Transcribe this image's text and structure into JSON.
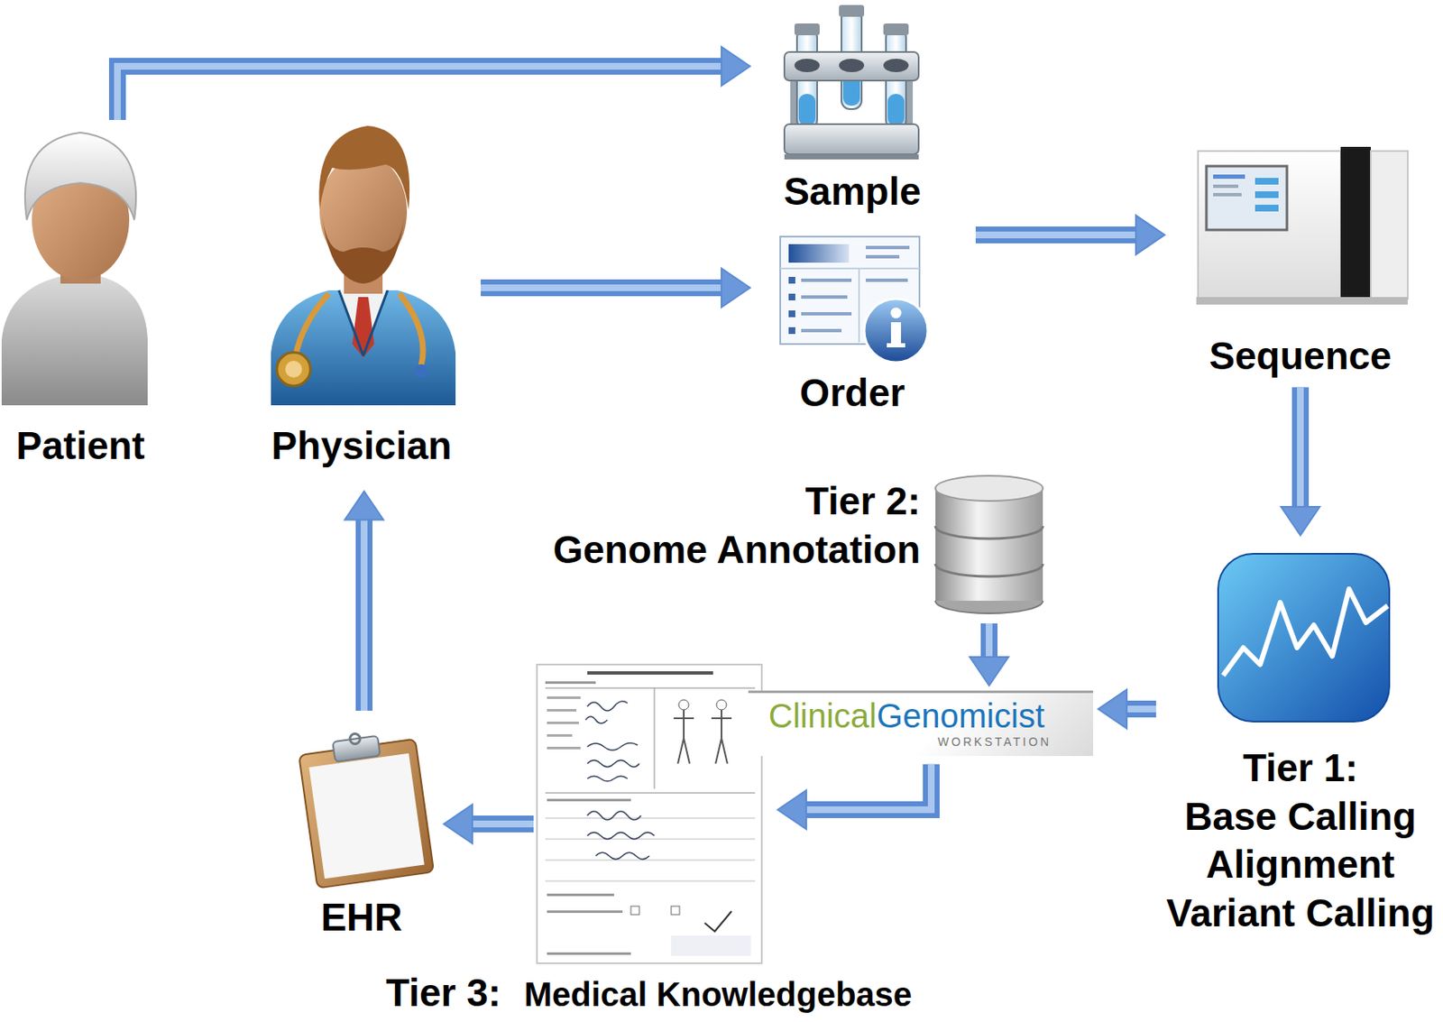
{
  "diagram": {
    "nodes": [
      {
        "text": [
          "Patient"
        ]
      },
      {
        "text": [
          "Physician"
        ]
      },
      {
        "text": [
          "Sample"
        ]
      },
      {
        "text": [
          "Order"
        ]
      },
      {
        "text": [
          "Sequence"
        ]
      },
      {
        "text": [
          "Tier 1:",
          "Base Calling Alignment Variant Calling"
        ]
      },
      {
        "text": [
          "Tier 2:",
          "Genome Annotation"
        ]
      },
      {
        "text": [
          "Clinical",
          "Genomicist",
          "WORKSTATION"
        ]
      },
      {
        "text": [
          "Tier 3:",
          "Medical Knowledgebase"
        ]
      },
      {
        "text": [
          "EHR"
        ]
      }
    ],
    "edges": [
      {
        "from": 0,
        "to": 2,
        "arrow": "to"
      },
      {
        "from": 1,
        "to": 3,
        "arrow": "to"
      },
      {
        "from": 2,
        "to": 4,
        "arrow": "to"
      },
      {
        "from": 3,
        "to": 4,
        "arrow": "to"
      },
      {
        "from": 4,
        "to": 5,
        "arrow": "to"
      },
      {
        "from": 5,
        "to": 7,
        "arrow": "to"
      },
      {
        "from": 6,
        "to": 7,
        "arrow": "to"
      },
      {
        "from": 7,
        "to": 8,
        "arrow": "to"
      },
      {
        "from": 8,
        "to": 9,
        "arrow": "to"
      },
      {
        "from": 9,
        "to": 1,
        "arrow": "to"
      }
    ]
  }
}
